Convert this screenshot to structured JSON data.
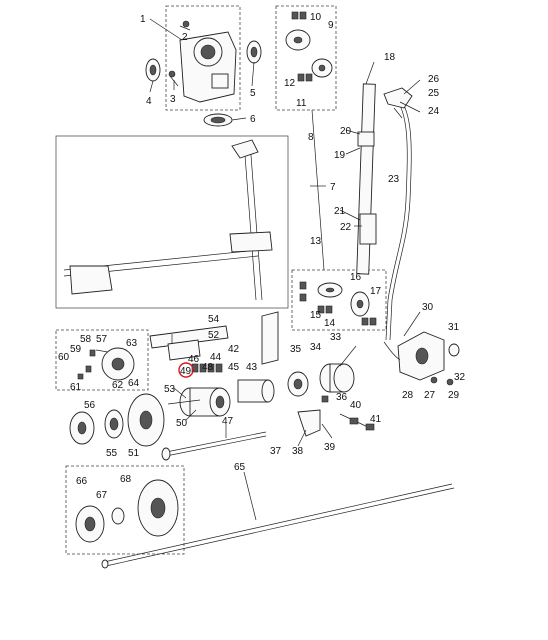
{
  "diagram": {
    "highlight_color": "#d41a1a",
    "highlighted_part": "49",
    "callouts": [
      "1",
      "2",
      "3",
      "4",
      "5",
      "6",
      "7",
      "8",
      "9",
      "10",
      "11",
      "12",
      "13",
      "14",
      "15",
      "16",
      "17",
      "18",
      "19",
      "20",
      "21",
      "22",
      "23",
      "24",
      "25",
      "26",
      "27",
      "28",
      "29",
      "30",
      "31",
      "32",
      "33",
      "34",
      "35",
      "36",
      "37",
      "38",
      "39",
      "40",
      "41",
      "42",
      "43",
      "44",
      "45",
      "46",
      "47",
      "48",
      "49",
      "50",
      "51",
      "52",
      "53",
      "54",
      "55",
      "56",
      "57",
      "58",
      "59",
      "60",
      "61",
      "62",
      "63",
      "64",
      "65",
      "66",
      "67",
      "68"
    ]
  }
}
